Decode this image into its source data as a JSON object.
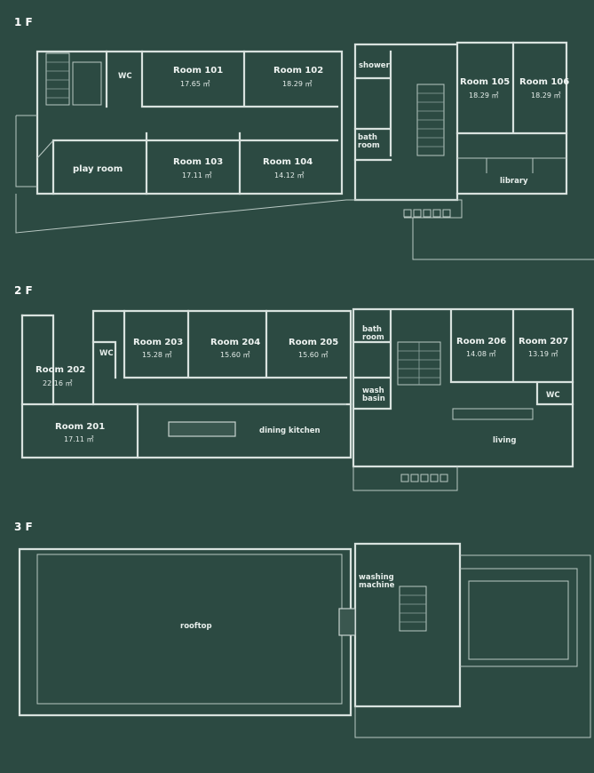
{
  "floors": [
    {
      "tag": "1 F",
      "rooms": [
        {
          "name": "WC"
        },
        {
          "name": "Room 101",
          "area": "17.65 ㎡"
        },
        {
          "name": "Room 102",
          "area": "18.29 ㎡"
        },
        {
          "name": "shower"
        },
        {
          "name": "Room 105",
          "area": "18.29 ㎡"
        },
        {
          "name": "Room 106",
          "area": "18.29 ㎡"
        },
        {
          "name": "bath",
          "name2": "room"
        },
        {
          "name": "play room"
        },
        {
          "name": "Room 103",
          "area": "17.11 ㎡"
        },
        {
          "name": "Room 104",
          "area": "14.12 ㎡"
        },
        {
          "name": "library"
        }
      ]
    },
    {
      "tag": "2 F",
      "rooms": [
        {
          "name": "Room 202",
          "area": "22.16 ㎡"
        },
        {
          "name": "WC"
        },
        {
          "name": "Room 203",
          "area": "15.28 ㎡"
        },
        {
          "name": "Room 204",
          "area": "15.60 ㎡"
        },
        {
          "name": "Room 205",
          "area": "15.60 ㎡"
        },
        {
          "name": "bath",
          "name2": "room"
        },
        {
          "name": "Room 206",
          "area": "14.08 ㎡"
        },
        {
          "name": "Room 207",
          "area": "13.19 ㎡"
        },
        {
          "name": "WC"
        },
        {
          "name": "wash",
          "name2": "basin"
        },
        {
          "name": "Room 201",
          "area": "17.11 ㎡"
        },
        {
          "name": "dining kitchen"
        },
        {
          "name": "living"
        }
      ]
    },
    {
      "tag": "3 F",
      "rooms": [
        {
          "name": "washing",
          "name2": "machine"
        },
        {
          "name": "rooftop"
        }
      ]
    }
  ]
}
